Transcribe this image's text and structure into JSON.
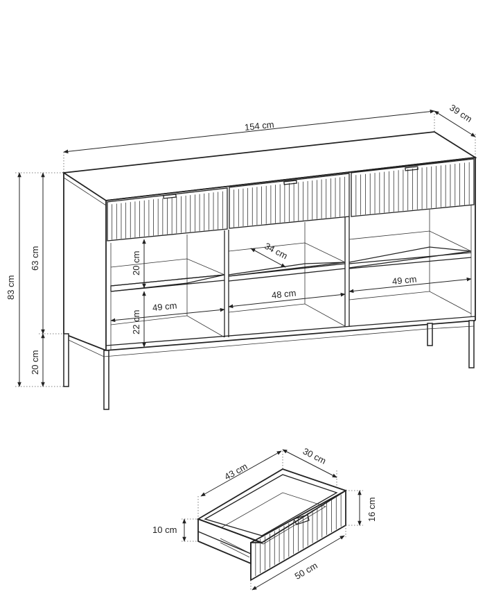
{
  "dimensions": {
    "width": "154 cm",
    "depth": "39 cm",
    "total_height": "83 cm",
    "body_height": "63 cm",
    "leg_height": "20 cm",
    "shelf_spacing_upper": "20 cm",
    "shelf_spacing_lower": "22 cm",
    "shelf_depth": "34 cm",
    "left_compartment_width": "49 cm",
    "middle_compartment_width": "48 cm",
    "right_compartment_width": "49 cm"
  },
  "drawer": {
    "length": "43 cm",
    "depth": "30 cm",
    "front_width": "50 cm",
    "front_height": "16 cm",
    "box_height": "10 cm"
  }
}
